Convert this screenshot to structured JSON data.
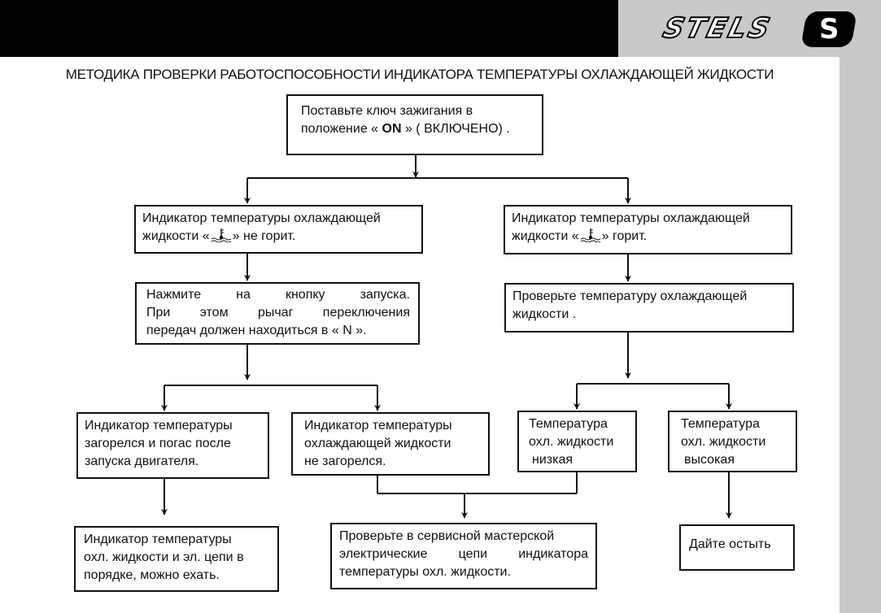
{
  "header": {
    "brand_logo": "STELS",
    "brand_badge": "S",
    "title": "МЕТОДИКА ПРОВЕРКИ РАБОТОСПОСОБНОСТИ ИНДИКАТОРА ТЕМПЕРАТУРЫ ОХЛАЖДАЮЩЕЙ ЖИДКОСТИ"
  },
  "nodes": {
    "start": {
      "line1": "Поставьте  ключ  зажигания  в",
      "line2_pre": "положение « ",
      "line2_on": "ON",
      "line2_post": " » ( ВКЛЮЧЕНО) ."
    },
    "not_lit": {
      "line1": "Индикатор температуры охлаждающей",
      "line2_pre": "жидкости  «",
      "line2_post": "»  не  горит."
    },
    "lit": {
      "line1": "Индикатор температуры охлаждающей",
      "line2_pre": "жидкости   «",
      "line2_post": "»    горит."
    },
    "press_start": {
      "line1": "Нажмите   на   кнопку   запуска.",
      "line2": "При  этом  рычаг  переключения",
      "line3": "передач должен находиться в « N »."
    },
    "check_temp": {
      "line1": "Проверьте температуру охлаждающей",
      "line2": "жидкости ."
    },
    "lit_then_off": {
      "line1": "Индикатор температуры",
      "line2": "загорелся и погас после",
      "line3": "запуска двигателя."
    },
    "not_lit_up": {
      "line1": "Индикатор температуры",
      "line2": "охлаждающей жидкости",
      "line3": "не загорелся."
    },
    "temp_low": {
      "line1": "Температура",
      "line2": "охл. жидкости",
      "line3": "низкая"
    },
    "temp_high": {
      "line1": "Температура",
      "line2": "охл. жидкости",
      "line3": "высокая"
    },
    "ok_ride": {
      "line1": "Индикатор   температуры",
      "line2": "охл. жидкости  и эл. цепи в",
      "line3": "порядке, можно ехать."
    },
    "service_check": {
      "line1": "Проверьте в сервисной мастерской",
      "line2": "электрические   цепи  индикатора",
      "line3": "температуры   охл. жидкости."
    },
    "cool_down": {
      "line1": "Дайте остыть"
    }
  },
  "icons": {
    "coolant": "coolant-temperature-icon"
  },
  "colors": {
    "header_black": "#000000",
    "header_grey": "#c9c9cb",
    "line": "#111111"
  }
}
